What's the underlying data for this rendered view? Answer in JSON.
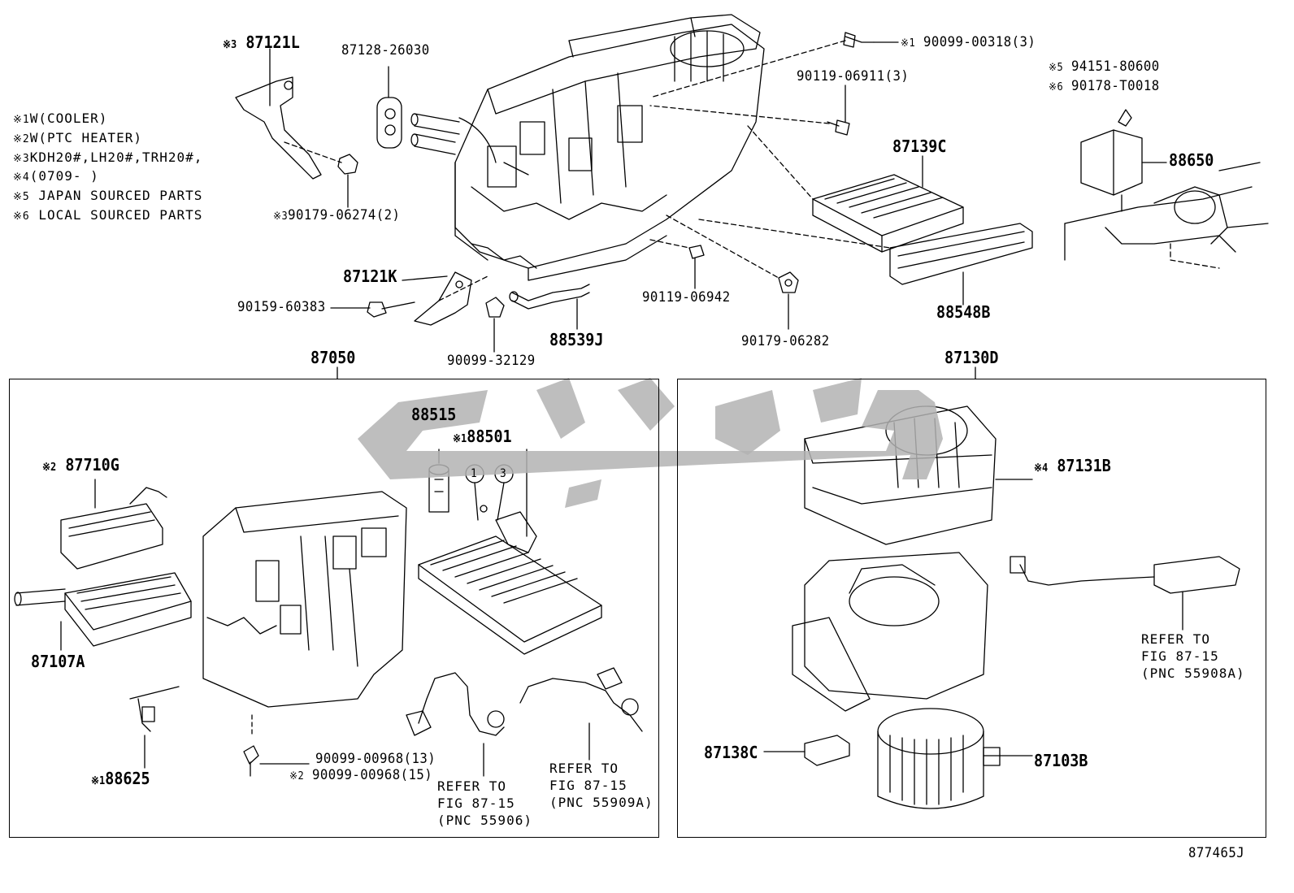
{
  "notes": [
    {
      "mark": "※1",
      "text": "W(COOLER)"
    },
    {
      "mark": "※2",
      "text": "W(PTC HEATER)"
    },
    {
      "mark": "※3",
      "text": "KDH20#,LH20#,TRH20#,"
    },
    {
      "mark": "※4",
      "text": "(0709-    )"
    },
    {
      "mark": "※5",
      "text": "JAPAN SOURCED PARTS"
    },
    {
      "mark": "※6",
      "text": "LOCAL SOURCED PARTS"
    }
  ],
  "top_parts": {
    "p87121L": {
      "mark": "※3",
      "num": "87121L"
    },
    "p87128": {
      "num": "87128-26030"
    },
    "p90099_00318": {
      "mark": "※1",
      "num": "90099-00318(3)"
    },
    "p90119_06911": {
      "num": "90119-06911(3)"
    },
    "p94151": {
      "mark": "※5",
      "num": "94151-80600"
    },
    "p90178": {
      "mark": "※6",
      "num": "90178-T0018"
    },
    "p88650": {
      "num": "88650"
    },
    "p87139C": {
      "num": "87139C"
    },
    "p90179_06274": {
      "mark": "※3",
      "num": "90179-06274(2)"
    },
    "p87121K": {
      "num": "87121K"
    },
    "p90159": {
      "num": "90159-60383"
    },
    "p90119_06942": {
      "num": "90119-06942"
    },
    "p88548B": {
      "num": "88548B"
    },
    "p88539J": {
      "num": "88539J"
    },
    "p90179_06282": {
      "num": "90179-06282"
    },
    "p90099_32129": {
      "num": "90099-32129"
    }
  },
  "left_box": {
    "title": "87050",
    "p88515": {
      "num": "88515"
    },
    "p88501": {
      "mark": "※1",
      "num": "88501"
    },
    "circle1": "1",
    "circle3": "3",
    "p87710G": {
      "mark": "※2",
      "num": "87710G"
    },
    "p87107A": {
      "num": "87107A"
    },
    "p88625": {
      "mark": "※1",
      "num": "88625"
    },
    "screw1": {
      "num": "90099-00968(13)"
    },
    "screw2": {
      "mark": "※2",
      "num": "90099-00968(15)"
    },
    "refer1": "REFER TO\nFIG 87-15\n(PNC 55906)",
    "refer2": "REFER TO\nFIG 87-15\n(PNC 55909A)"
  },
  "right_box": {
    "title": "87130D",
    "p87131B": {
      "mark": "※4",
      "num": "87131B"
    },
    "p87138C": {
      "num": "87138C"
    },
    "p87103B": {
      "num": "87103B"
    },
    "refer": "REFER TO\nFIG 87-15\n(PNC 55908A)"
  },
  "figure_id": "877465J",
  "watermark_color": "#b3b3b3"
}
